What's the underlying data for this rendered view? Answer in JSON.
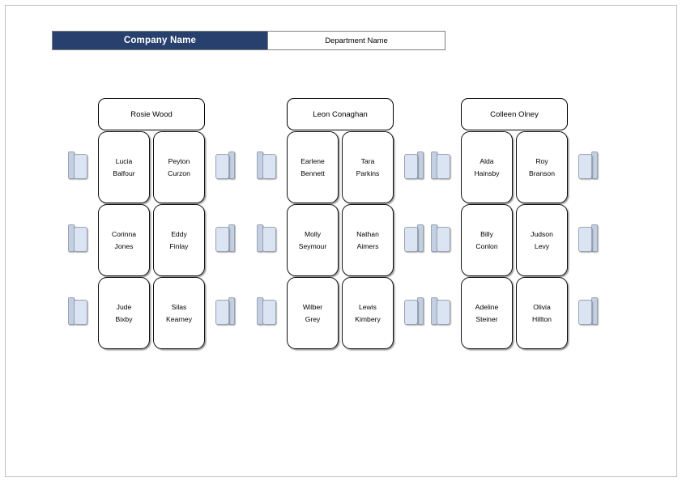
{
  "header": {
    "company_label": "Company Name",
    "department_label": "Department Name",
    "company_bg": "#27406e",
    "department_bg": "#ffffff",
    "border_color": "#7f7f7f"
  },
  "chart": {
    "chair_seat_color": "#dbe4f2",
    "chair_back_color": "#c3cfe2",
    "seat_border_color": "#111111",
    "groups": [
      {
        "title": "Rosie Wood",
        "rows": [
          {
            "left_chair": "chair-left-icon",
            "right_chair": "chair-right-icon",
            "seats": [
              {
                "first": "Lucia",
                "last": "Balfour"
              },
              {
                "first": "Peyton",
                "last": "Curzon"
              }
            ]
          },
          {
            "left_chair": "chair-left-icon",
            "right_chair": "chair-right-icon",
            "seats": [
              {
                "first": "Corinna",
                "last": "Jones"
              },
              {
                "first": "Eddy",
                "last": "Finlay"
              }
            ]
          },
          {
            "left_chair": "chair-left-icon",
            "right_chair": "chair-right-icon",
            "seats": [
              {
                "first": "Jude",
                "last": "Bixby"
              },
              {
                "first": "Silas",
                "last": "Kearney"
              }
            ]
          }
        ]
      },
      {
        "title": "Leon Conaghan",
        "rows": [
          {
            "left_chair": "chair-left-icon",
            "right_chair": "chair-right-icon",
            "seats": [
              {
                "first": "Earlene",
                "last": "Bennett"
              },
              {
                "first": "Tara",
                "last": "Parkins"
              }
            ]
          },
          {
            "left_chair": "chair-left-icon",
            "right_chair": "chair-right-icon",
            "seats": [
              {
                "first": "Molly",
                "last": "Seymour"
              },
              {
                "first": "Nathan",
                "last": "Aimers"
              }
            ]
          },
          {
            "left_chair": "chair-left-icon",
            "right_chair": "chair-right-icon",
            "seats": [
              {
                "first": "Wilber",
                "last": "Grey"
              },
              {
                "first": "Lewis",
                "last": "Kimbery"
              }
            ]
          }
        ]
      },
      {
        "title": "Colleen Olney",
        "rows": [
          {
            "left_chair": "chair-left-icon",
            "right_chair": "chair-right-icon",
            "seats": [
              {
                "first": "Alda",
                "last": "Hainsby"
              },
              {
                "first": "Roy",
                "last": "Branson"
              }
            ]
          },
          {
            "left_chair": "chair-left-icon",
            "right_chair": "chair-right-icon",
            "seats": [
              {
                "first": "Billy",
                "last": "Conlon"
              },
              {
                "first": "Judson",
                "last": "Levy"
              }
            ]
          },
          {
            "left_chair": "chair-left-icon",
            "right_chair": "chair-right-icon",
            "seats": [
              {
                "first": "Adeline",
                "last": "Steiner"
              },
              {
                "first": "Olivia",
                "last": "Hillton"
              }
            ]
          }
        ]
      }
    ]
  }
}
